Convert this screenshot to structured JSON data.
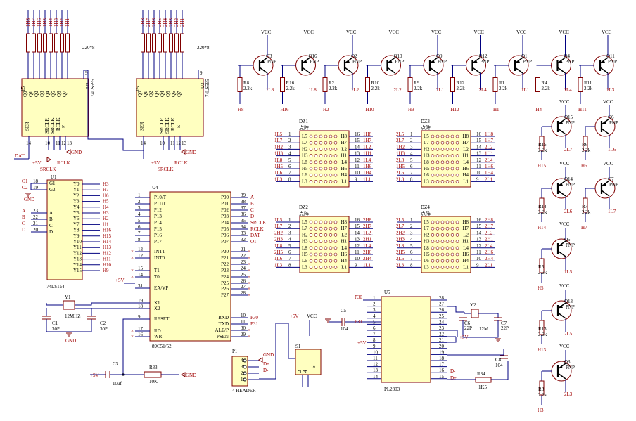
{
  "chips": {
    "u2": {
      "ref": "U2",
      "part": "74LS595",
      "pins": [
        "Q0",
        "Q1",
        "Q2",
        "Q3",
        "Q4",
        "Q5",
        "Q6",
        "Q7",
        "SER",
        "SRCLR",
        "SRCLK",
        "RCLK",
        "E"
      ]
    },
    "u3": {
      "ref": "U3",
      "part": "74LS595",
      "pins": [
        "Q0",
        "Q1",
        "Q2",
        "Q3",
        "Q4",
        "Q5",
        "Q6",
        "Q7",
        "SER",
        "SRCLR",
        "SRCLK",
        "RCLK",
        "E"
      ]
    },
    "u1": {
      "ref": "U1",
      "part": "74LS154",
      "pins_left": [
        "G1",
        "G2",
        "A",
        "B",
        "C",
        "D"
      ],
      "pins_right": [
        "Y0",
        "Y1",
        "Y2",
        "Y3",
        "Y4",
        "Y5",
        "Y6",
        "Y7",
        "Y8",
        "Y9",
        "Y10",
        "Y11",
        "Y12",
        "Y13",
        "Y14",
        "Y15"
      ]
    },
    "u4": {
      "ref": "U4",
      "part": "89C51/52",
      "pins_left": [
        "P10/T",
        "P11/T",
        "P12",
        "P13",
        "P14",
        "P15",
        "P16",
        "P17",
        "INT1",
        "INT0",
        "T1",
        "T0",
        "EA/VP",
        "X1",
        "X2",
        "RESET",
        "RD",
        "WR"
      ],
      "pins_right": [
        "P00",
        "P01",
        "P02",
        "P03",
        "P04",
        "P05",
        "P06",
        "P07",
        "P20",
        "P21",
        "P22",
        "P23",
        "P24",
        "P25",
        "P26",
        "P27",
        "RXD",
        "TXD",
        "ALE/P",
        "PSEN"
      ]
    },
    "u5": {
      "ref": "U5",
      "part": "PL2303"
    }
  },
  "labels": {
    "resnet": "220*8",
    "vcc": "VCC",
    "pnp": "PNP",
    "gnd": "GND",
    "plus5": "+5V",
    "dat": "DAT",
    "srclk": "SRCLK",
    "rclk": "RCLK",
    "crystal_y1": "Y1",
    "crystal_y1_val": "12MHZ",
    "crystal_y2": "Y2",
    "crystal_y2_val": "12M",
    "p30": "P30",
    "p31": "P31",
    "header_ref": "P1",
    "header_name": "4 HEADER",
    "switch_ref": "S1",
    "dplus": "D+",
    "dminus": "D-"
  },
  "header_595_u2": [
    "1H1",
    "1H2",
    "1H3",
    "1H4",
    "1H5",
    "1H6",
    "1H7",
    "1H8"
  ],
  "header_595_u3": [
    "2H1",
    "2H2",
    "2H3",
    "2H4",
    "2H5",
    "2H6",
    "2H7",
    "2H8"
  ],
  "u1_left_nets": [
    "O1",
    "O2",
    "A",
    "B",
    "C",
    "D"
  ],
  "u1_left_nums": [
    "18",
    "19",
    "23",
    "22",
    "21",
    "20"
  ],
  "u1_right_nets": [
    "H3",
    "H7",
    "H6",
    "H5",
    "H4",
    "H3",
    "H2",
    "H1",
    "H16",
    "H15",
    "H14",
    "H13",
    "H12",
    "H11",
    "H10",
    "H9"
  ],
  "u4_right_nets": [
    "A",
    "B",
    "C",
    "D",
    "SRCLK",
    "RCLK",
    "DAT",
    "O1",
    "",
    "",
    "",
    "",
    "",
    "",
    "",
    "",
    "P30",
    "P31",
    "",
    ""
  ],
  "u4_right_nums": [
    "39",
    "38",
    "37",
    "36",
    "35",
    "34",
    "33",
    "32",
    "21",
    "22",
    "23",
    "24",
    "25",
    "26",
    "27",
    "28",
    "10",
    "11",
    "30",
    "29"
  ],
  "u4_left_nums": [
    "1",
    "2",
    "3",
    "4",
    "5",
    "6",
    "7",
    "8",
    "13",
    "12",
    "15",
    "14",
    "31",
    "19",
    "18",
    "9",
    "17",
    "16"
  ],
  "top_transistors": [
    {
      "q": "Q3",
      "r": "R8",
      "rv": "2.2k",
      "c": "1L8",
      "h": "H8"
    },
    {
      "q": "Q16",
      "r": "R16",
      "rv": "2.2k",
      "c": "1L8",
      "h": "H16"
    },
    {
      "q": "Q2",
      "r": "R2",
      "rv": "2.2k",
      "c": "1L2",
      "h": "H2"
    },
    {
      "q": "Q10",
      "r": "R10",
      "rv": "2.2k",
      "c": "2L2",
      "h": "H10"
    },
    {
      "q": "Q9",
      "r": "R9",
      "rv": "2.2k",
      "c": "2L1",
      "h": "H9"
    },
    {
      "q": "Q12",
      "r": "R12",
      "rv": "2.2k",
      "c": "2L4",
      "h": "H12"
    },
    {
      "q": "Q1",
      "r": "R1",
      "rv": "2.2k",
      "c": "1L1",
      "h": "H1"
    },
    {
      "q": "Q4",
      "r": "R4",
      "rv": "2.2k",
      "c": "1L4",
      "h": "H4"
    },
    {
      "q": "Q11",
      "r": "R11",
      "rv": "2.2k",
      "c": "1L3",
      "h": "H11"
    }
  ],
  "side_transistors": [
    {
      "q": "Q15",
      "r": "R15",
      "rv": "2.2k",
      "c": "2L7",
      "h": "H15"
    },
    {
      "q": "Q6",
      "r": "R6",
      "rv": "2.2k",
      "c": "1L6",
      "h": "H6"
    },
    {
      "q": "Q14",
      "r": "R14",
      "rv": "2.2k",
      "c": "2L6",
      "h": "H14"
    },
    {
      "q": "Q7",
      "r": "R7",
      "rv": "2.2k",
      "c": "1L7",
      "h": "H7"
    },
    {
      "q": "Q5",
      "r": "R5",
      "rv": "2.2k",
      "c": "1L5",
      "h": "H5"
    },
    {
      "q": "Q13",
      "r": "R13",
      "rv": "2.2k",
      "c": "2L5",
      "h": "H13"
    },
    {
      "q": "Q3",
      "r": "R3",
      "rv": "2.2k",
      "c": "2L3",
      "h": "H3"
    }
  ],
  "matrices": [
    {
      "ref": "DZ1",
      "sub": "点阵",
      "rows_left": [
        "L5",
        "L7",
        "H2",
        "H3",
        "L8",
        "H5",
        "L6",
        "L3"
      ],
      "rows_right": [
        "H8",
        "H7",
        "L2",
        "H1",
        "L4",
        "H6",
        "H4",
        "L1"
      ],
      "nets_left": [
        "1L5",
        "1L7",
        "1H2",
        "1H3",
        "1L8",
        "1H5",
        "1L6",
        "1L3"
      ],
      "nets_right": [
        "1H8",
        "1H7",
        "1L2",
        "1H1",
        "1L4",
        "1H6",
        "1H4",
        "1L1"
      ],
      "nums_left": [
        "1",
        "2",
        "3",
        "4",
        "5",
        "6",
        "7",
        "8"
      ],
      "nums_right": [
        "16",
        "15",
        "14",
        "13",
        "12",
        "11",
        "10",
        "9"
      ]
    },
    {
      "ref": "DZ3",
      "sub": "点阵",
      "rows_left": [
        "L5",
        "L7",
        "H2",
        "H3",
        "L8",
        "H5",
        "L6",
        "L3"
      ],
      "rows_right": [
        "H8",
        "H7",
        "L2",
        "H1",
        "L4",
        "H6",
        "H4",
        "L1"
      ],
      "nets_left": [
        "2L5",
        "2L7",
        "1H2",
        "1H3",
        "2L8",
        "1H5",
        "2L6",
        "2L3"
      ],
      "nets_right": [
        "1H8",
        "1H7",
        "2L2",
        "1H1",
        "2L4",
        "1H6",
        "1H4",
        "2L1"
      ],
      "nums_left": [
        "1",
        "2",
        "3",
        "4",
        "5",
        "6",
        "7",
        "8"
      ],
      "nums_right": [
        "16",
        "15",
        "14",
        "13",
        "12",
        "11",
        "10",
        "9"
      ]
    },
    {
      "ref": "DZ2",
      "sub": "点阵",
      "rows_left": [
        "L5",
        "L7",
        "H2",
        "H3",
        "L8",
        "H5",
        "L6",
        "L3"
      ],
      "rows_right": [
        "H8",
        "H7",
        "L2",
        "H1",
        "L4",
        "H6",
        "H4",
        "L1"
      ],
      "nets_left": [
        "1L5",
        "1L7",
        "2H2",
        "2H3",
        "1L8",
        "2H5",
        "1L6",
        "1L3"
      ],
      "nets_right": [
        "2H8",
        "2H7",
        "1L2",
        "2H1",
        "1L4",
        "2H6",
        "2H4",
        "1L1"
      ],
      "nums_left": [
        "1",
        "2",
        "3",
        "4",
        "5",
        "6",
        "7",
        "8"
      ],
      "nums_right": [
        "16",
        "15",
        "14",
        "13",
        "12",
        "11",
        "10",
        "9"
      ]
    },
    {
      "ref": "DZ4",
      "sub": "点阵",
      "rows_left": [
        "L5",
        "L7",
        "H2",
        "H3",
        "L8",
        "H5",
        "L6",
        "L3"
      ],
      "rows_right": [
        "H8",
        "H7",
        "L2",
        "H1",
        "L4",
        "H6",
        "H4",
        "L1"
      ],
      "nets_left": [
        "2L5",
        "2L7",
        "2H2",
        "2H3",
        "2L8",
        "2H5",
        "2L6",
        "2L3"
      ],
      "nets_right": [
        "2H8",
        "2H7",
        "2L2",
        "2H1",
        "2L4",
        "2H6",
        "2H4",
        "2L1"
      ],
      "nums_left": [
        "1",
        "2",
        "3",
        "4",
        "5",
        "6",
        "7",
        "8"
      ],
      "nums_right": [
        "16",
        "15",
        "14",
        "13",
        "12",
        "11",
        "10",
        "9"
      ]
    }
  ],
  "passives": [
    {
      "ref": "C1",
      "val": "30P"
    },
    {
      "ref": "C2",
      "val": "30P"
    },
    {
      "ref": "C3",
      "val": "10uf"
    },
    {
      "ref": "R33",
      "val": "10K"
    },
    {
      "ref": "C5",
      "val": "104"
    },
    {
      "ref": "C6",
      "val": "22P"
    },
    {
      "ref": "C7",
      "val": "22P"
    },
    {
      "ref": "C8",
      "val": "104"
    },
    {
      "ref": "R34",
      "val": "1K5"
    }
  ],
  "pl2303_left_nums": [
    "1",
    "2",
    "3",
    "4",
    "5",
    "6",
    "7",
    "8",
    "9",
    "10",
    "11",
    "12",
    "13",
    "14"
  ],
  "pl2303_right_nums": [
    "28",
    "27",
    "26",
    "25",
    "24",
    "23",
    "22",
    "21",
    "20",
    "19",
    "18",
    "17",
    "16",
    "15"
  ],
  "header_pins": [
    "4",
    "3",
    "2",
    "1"
  ]
}
